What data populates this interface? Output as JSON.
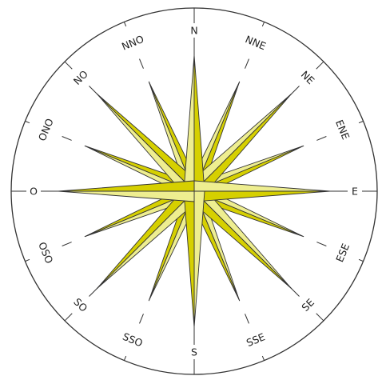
{
  "colors": {
    "background": "#ffffff",
    "outline": "#333333",
    "gold_dark": "#d6d000",
    "gold_light": "#eeee90",
    "circle_fill": "#ffffff"
  },
  "compass": {
    "directions": [
      {
        "label": "N",
        "angle": 0,
        "tier": 1
      },
      {
        "label": "NNE",
        "angle": 22.5,
        "tier": 3
      },
      {
        "label": "NE",
        "angle": 45,
        "tier": 2
      },
      {
        "label": "ENE",
        "angle": 67.5,
        "tier": 3
      },
      {
        "label": "E",
        "angle": 90,
        "tier": 1
      },
      {
        "label": "ESE",
        "angle": 112.5,
        "tier": 3
      },
      {
        "label": "SE",
        "angle": 135,
        "tier": 2
      },
      {
        "label": "SSE",
        "angle": 157.5,
        "tier": 3
      },
      {
        "label": "S",
        "angle": 180,
        "tier": 1
      },
      {
        "label": "SSO",
        "angle": 202.5,
        "tier": 3
      },
      {
        "label": "SO",
        "angle": 225,
        "tier": 2
      },
      {
        "label": "OSO",
        "angle": 247.5,
        "tier": 3
      },
      {
        "label": "O",
        "angle": 270,
        "tier": 1
      },
      {
        "label": "ONO",
        "angle": 292.5,
        "tier": 3
      },
      {
        "label": "NO",
        "angle": 315,
        "tier": 2
      },
      {
        "label": "NNO",
        "angle": 337.5,
        "tier": 3
      }
    ]
  }
}
